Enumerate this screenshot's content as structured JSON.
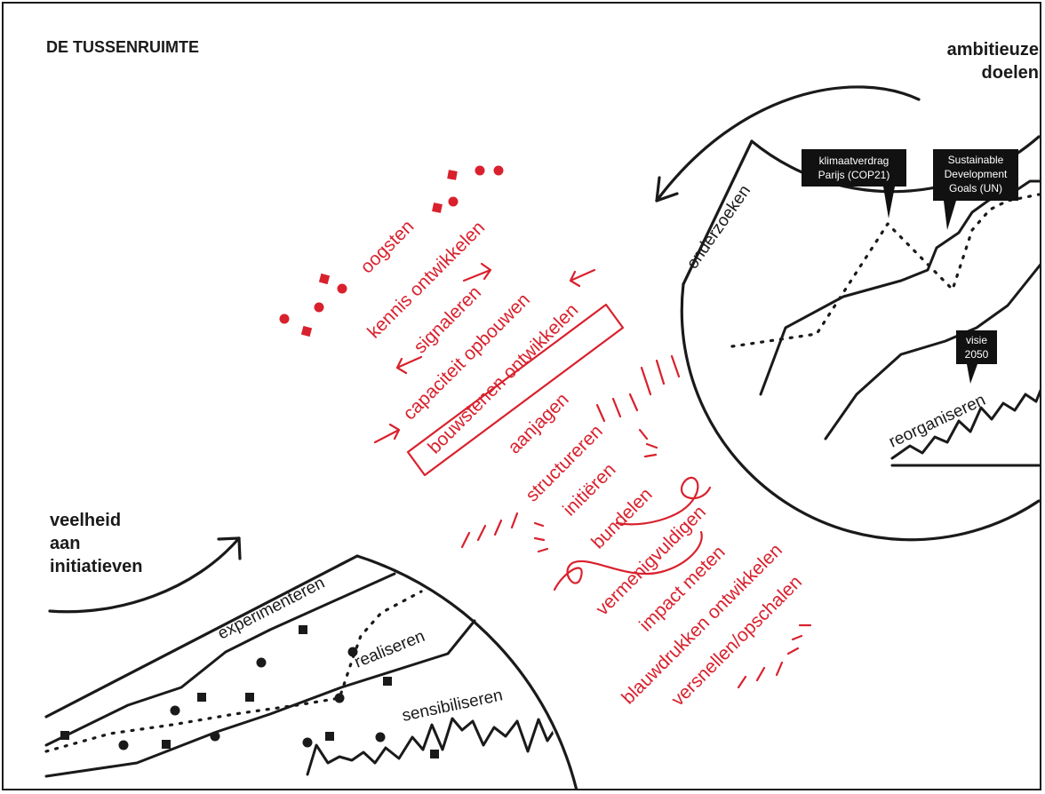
{
  "title": "DE TUSSENRUIMTE",
  "top_right": {
    "line1": "ambitieuze",
    "line2": "doelen"
  },
  "bottom_left": {
    "line1": "veelheid",
    "line2": "aan",
    "line3": "initiatieven"
  },
  "tags": {
    "climate": {
      "line1": "klimaatverdrag",
      "line2": "Parijs (COP21)"
    },
    "sdg": {
      "line1": "Sustainable",
      "line2": "Development",
      "line3": "Goals (UN)"
    },
    "visie": {
      "line1": "visie",
      "line2": "2050"
    }
  },
  "circle_labels": {
    "onderzoeken": "onderzoeken",
    "reorganiseren": "reorganiseren",
    "experimenteren": "experimenteren",
    "realiseren": "realiseren",
    "sensibiliseren": "sensibiliseren"
  },
  "activities": [
    "oogsten",
    "kennis ontwikkelen",
    "signaleren",
    "capaciteit opbouwen",
    "bouwstenen ontwikkelen",
    "aanjagen",
    "structureren",
    "initiëren",
    "bundelen",
    "vermenigvuldigen",
    "impact meten",
    "blauwdrukken ontwikkelen",
    "versnellen/opschalen"
  ],
  "colors": {
    "accent": "#d9212d",
    "ink": "#1a1a1a",
    "background": "#ffffff"
  }
}
